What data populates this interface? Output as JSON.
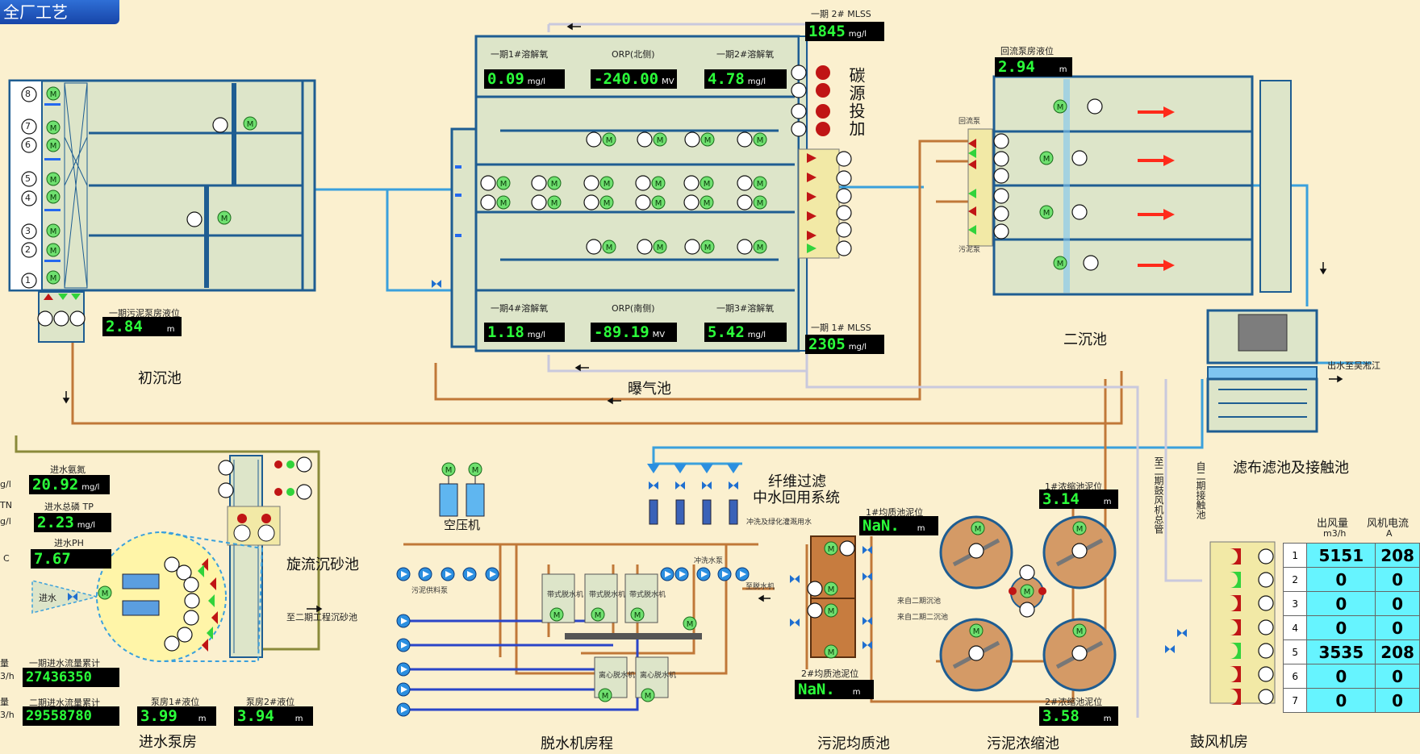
{
  "title": "全厂工艺",
  "sections": {
    "primary_clarifier": "初沉池",
    "aeration_tank": "曝气池",
    "secondary_clarifier": "二沉池",
    "filter_contact": "滤布滤池及接触池",
    "grit_chamber": "旋流沉砂池",
    "influent_pump": "进水泵房",
    "dewatering_room": "脱水机房程",
    "sludge_equalization": "污泥均质池",
    "sludge_thickener": "污泥浓缩池",
    "blower_room": "鼓风机房",
    "fiber_filter_line1": "纤维过滤",
    "fiber_filter_line2": "中水回用系统",
    "air_compressor": "空压机",
    "carbon_dosing": "碳源投加"
  },
  "displays": {
    "mlss2": {
      "label": "一期 2# MLSS",
      "value": "1845",
      "unit": "mg/l"
    },
    "mlss1": {
      "label": "一期 1# MLSS",
      "value": "2305",
      "unit": "mg/l"
    },
    "do1": {
      "label": "一期1#溶解氧",
      "value": "0.09",
      "unit": "mg/l"
    },
    "orp_n": {
      "label": "ORP(北侧)",
      "value": "-240.00",
      "unit": "MV"
    },
    "do2": {
      "label": "一期2#溶解氧",
      "value": "4.78",
      "unit": "mg/l"
    },
    "do4": {
      "label": "一期4#溶解氧",
      "value": "1.18",
      "unit": "mg/l"
    },
    "orp_s": {
      "label": "ORP(南侧)",
      "value": "-89.19",
      "unit": "MV"
    },
    "do3": {
      "label": "一期3#溶解氧",
      "value": "5.42",
      "unit": "mg/l"
    },
    "return_level": {
      "label": "回流泵房液位",
      "value": "2.94",
      "unit": "m"
    },
    "primary_level": {
      "label": "一期污泥泵房液位",
      "value": "2.84",
      "unit": "m"
    },
    "thick1": {
      "label": "1#浓缩池泥位",
      "value": "3.14",
      "unit": "m"
    },
    "thick2": {
      "label": "2#浓缩池泥位",
      "value": "3.58",
      "unit": "m"
    },
    "eq1": {
      "label": "1#均质池泥位",
      "value": "NaN.",
      "unit": "m"
    },
    "eq2": {
      "label": "2#均质池泥位",
      "value": "NaN.",
      "unit": "m"
    },
    "nh3": {
      "label": "进水氨氮",
      "value": "20.92",
      "unit": "mg/l"
    },
    "tp": {
      "label": "进水总磷 TP",
      "value": "2.23",
      "unit": "mg/l"
    },
    "ph": {
      "label": "进水PH",
      "value": "7.67"
    },
    "flow1": {
      "label": "一期进水流量累计",
      "value": "27436350"
    },
    "flow2": {
      "label": "二期进水流量累计",
      "value": "29558780"
    },
    "pool1": {
      "label": "泵房1#液位",
      "value": "3.99",
      "unit": "m"
    },
    "pool2": {
      "label": "泵房2#液位",
      "value": "3.94",
      "unit": "m"
    }
  },
  "left_cut": [
    "g/l",
    "TN",
    "g/l",
    "C",
    "量",
    "3/h",
    "量",
    "3/h"
  ],
  "annotations": {
    "outlet": "出水至吴淞江",
    "phase2_grit": "至二期工程沉砂池",
    "inflow": "进水",
    "return_pump": "回流泵",
    "waste_pump": "污泥泵",
    "phase2_blower": "至二期鼓风机总管",
    "phase2_contact": "自二期接触池",
    "from_phase2_a": "来自二期沉池",
    "from_phase2_b": "来自二期二沉池",
    "to_dewater": "至脱水机",
    "flush_pump": "冲洗水泵",
    "sludge_pump": "污泥供料泵",
    "reuse": "冲洗及绿化灌溉用水",
    "dewater_machine": "带式脱水机",
    "centrifuge": "离心脱水机"
  },
  "blower": {
    "header_flow": "出风量",
    "header_current": "风机电流",
    "unit_flow": "m3/h",
    "unit_current": "A",
    "rows": [
      {
        "id": "1",
        "flow": "5151",
        "current": "208"
      },
      {
        "id": "2",
        "flow": "0",
        "current": "0"
      },
      {
        "id": "3",
        "flow": "0",
        "current": "0"
      },
      {
        "id": "4",
        "flow": "0",
        "current": "0"
      },
      {
        "id": "5",
        "flow": "3535",
        "current": "208"
      },
      {
        "id": "6",
        "flow": "0",
        "current": "0"
      },
      {
        "id": "7",
        "flow": "0",
        "current": "0"
      }
    ]
  },
  "colors": {
    "background": "#fbf0cf",
    "tank_fill": "#dde5c9",
    "wall": "#1e5d92",
    "pipe_blue": "#3aa0dc",
    "pipe_sludge": "#c07838",
    "pipe_air": "#c9c9dd",
    "running": "#31d33b",
    "stopped": "#d02323"
  }
}
